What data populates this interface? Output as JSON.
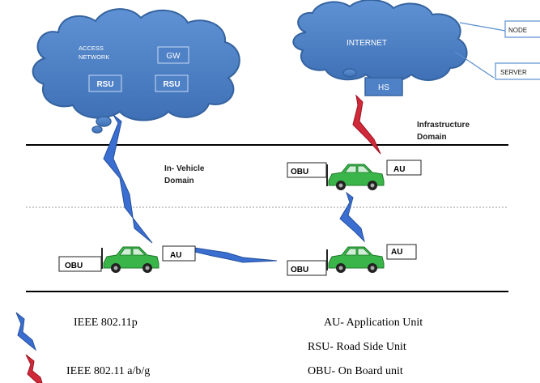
{
  "clouds": {
    "access": {
      "line1": "ACCESS",
      "line2": "NETWORK",
      "gw": "GW",
      "rsu_left": "RSU",
      "rsu_right": "RSU"
    },
    "internet": {
      "label": "INTERNET",
      "hs": "HS"
    }
  },
  "external": {
    "node": "NODE",
    "server": "SERVER"
  },
  "domains": {
    "infrastructure_line1": "Infrastructure",
    "infrastructure_line2": "Domain",
    "in_vehicle_line1": "In- Vehicle",
    "in_vehicle_line2": "Domain"
  },
  "vehicles": {
    "top_right": {
      "obu": "OBU",
      "au": "AU"
    },
    "bottom_left": {
      "obu": "OBU",
      "au": "AU"
    },
    "bottom_right": {
      "obu": "OBU",
      "au": "AU"
    }
  },
  "legend": {
    "ieee_p": "IEEE 802.11p",
    "ieee_abg": "IEEE 802.11 a/b/g",
    "au": "AU- Application Unit",
    "rsu": "RSU- Road Side Unit",
    "obu": "OBU- On Board unit"
  },
  "colors": {
    "cloud_fill": "#4f81c7",
    "cloud_stroke": "#35639f",
    "bolt_blue": "#3b6ed1",
    "bolt_red": "#d02a3a",
    "car_green": "#3ab54a",
    "line_black": "#000000"
  }
}
